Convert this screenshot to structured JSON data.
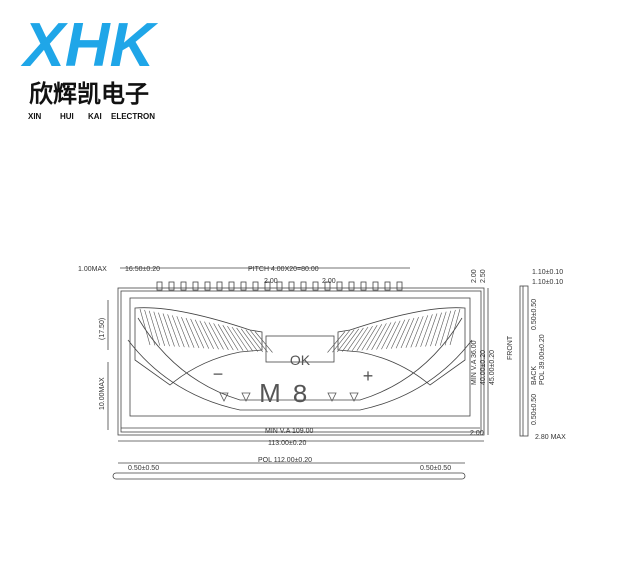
{
  "brand": {
    "logo_text": "XHK",
    "company_cn": "欣辉凯电子",
    "company_en": [
      "XIN",
      "HUI",
      "KAI",
      "ELECTRON"
    ],
    "logo_color": "#1fa6e8"
  },
  "lcd": {
    "ok_label": "OK",
    "minus": "−",
    "plus": "+",
    "mode_letter": "M",
    "digit": "8"
  },
  "dimensions": {
    "top_left_max": "1.00MAX",
    "pin_offset": "16.50±0.20",
    "pitch": "PITCH 4.00X20=80.00",
    "pin_gap_1": "2.00",
    "pin_gap_2": "2.00",
    "left_top": "(17.50)",
    "left_max": "10.00MAX",
    "right_top_1": "2.00",
    "right_top_2": "2.50",
    "min_va_height": "MIN V.A 36.00",
    "height_inner": "40.00±0.20",
    "height_outer": "45.00±0.20",
    "bottom_right": "2.00",
    "min_va_width": "MIN V.A 109.00",
    "width": "113.00±0.20",
    "pol_width": "POL 112.00±0.20",
    "pol_left": "0.50±0.50",
    "pol_right": "0.50±0.50",
    "side_top_1": "1.10±0.10",
    "side_top_2": "1.10±0.10",
    "front_label": "FRONT",
    "back_label": "BACK",
    "pol_height": "POL 39.00±0.20",
    "back_tol": "0.50±0.50",
    "front_tol": "0.50±0.50",
    "side_max": "2.80 MAX"
  }
}
